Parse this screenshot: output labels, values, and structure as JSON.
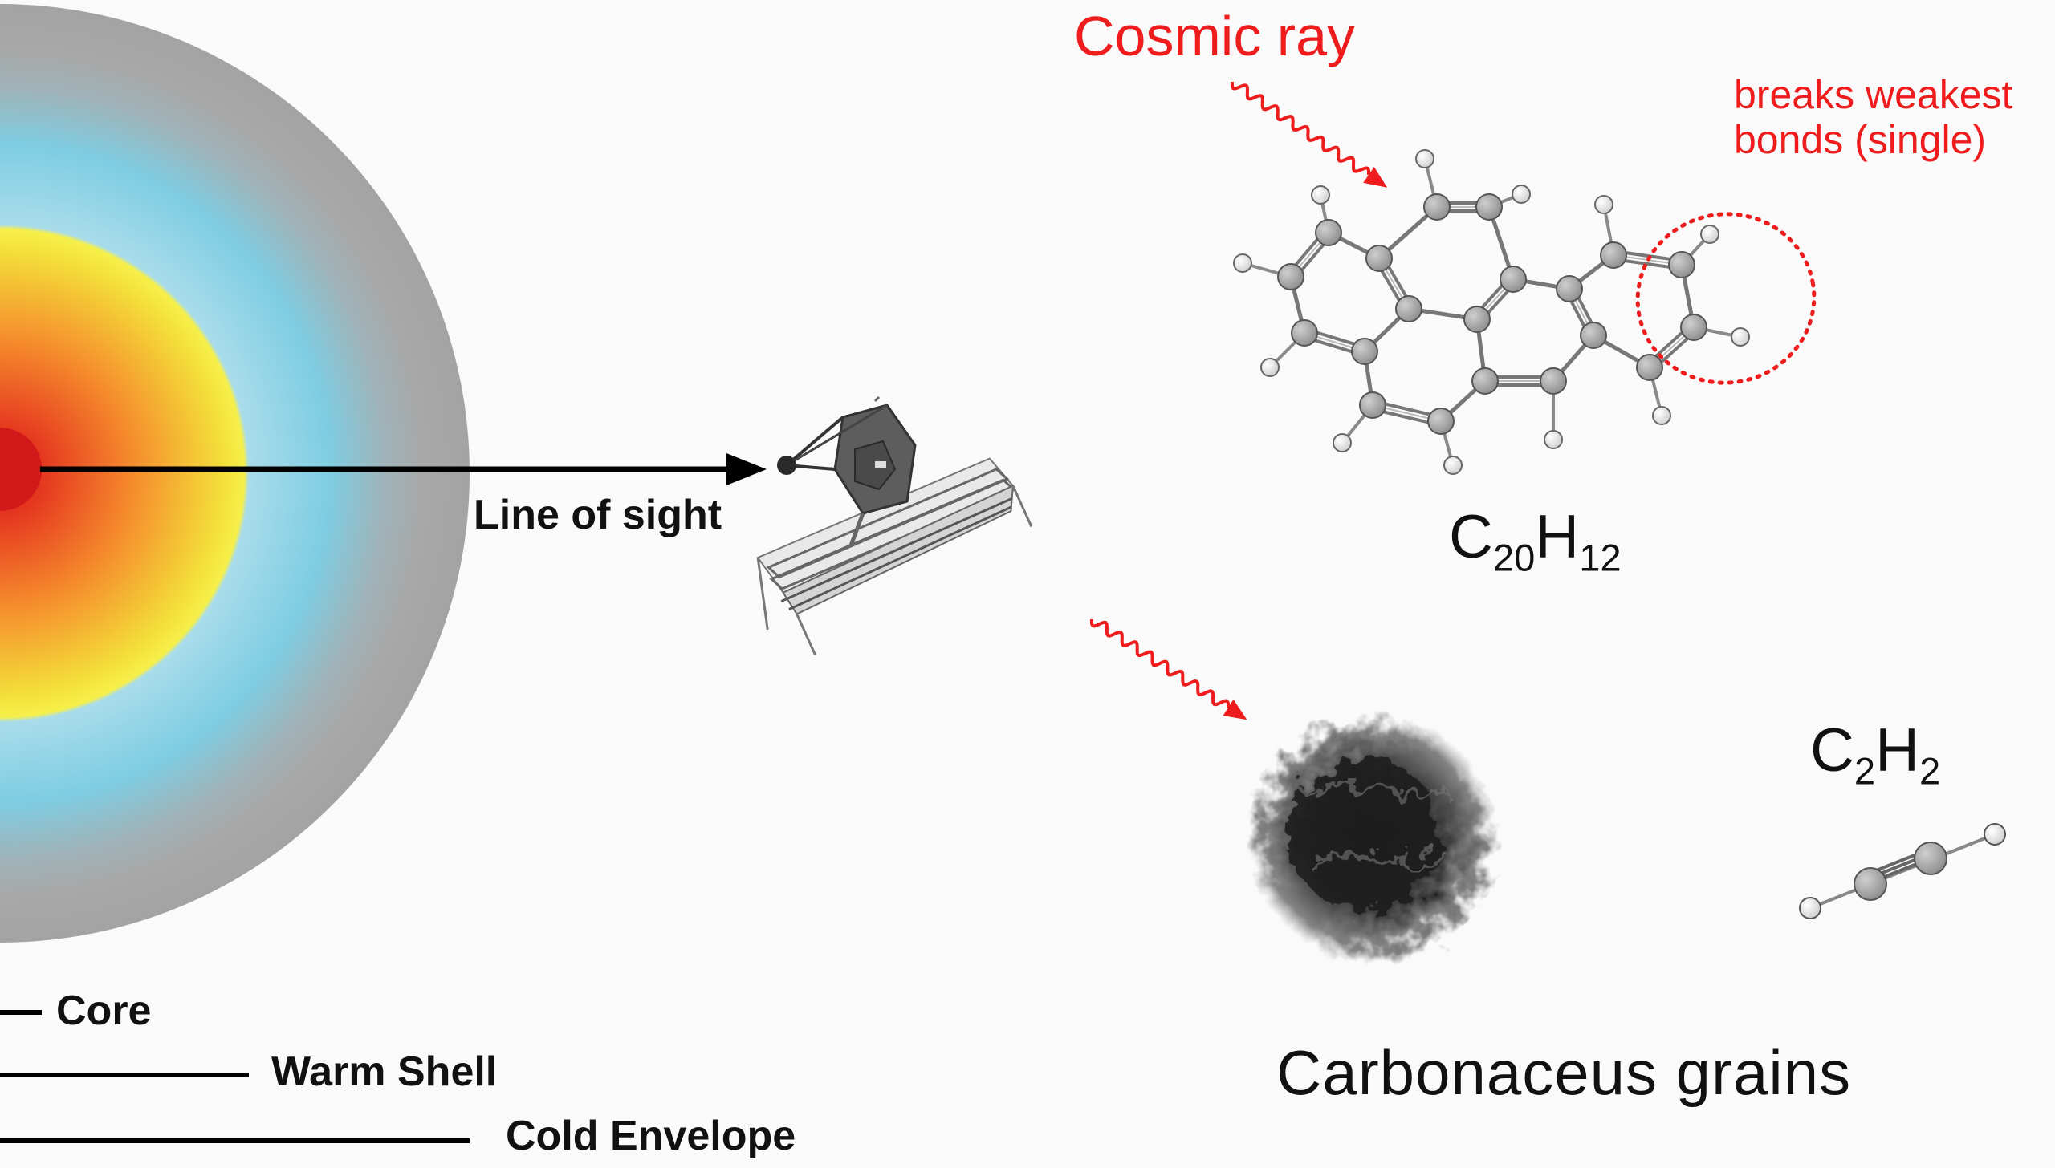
{
  "colors": {
    "core": "#d11919",
    "warm_shell": "#f6f04a",
    "middle_shell": "#7ecde2",
    "cold_envelope": "#a6a6a6",
    "cosmic_ray": "#ee1c1c",
    "atom_carbon": "#9a9a9a",
    "atom_hydrogen": "#f0f0f0"
  },
  "line_of_sight": {
    "label": "Line of sight"
  },
  "legend": {
    "core": "Core",
    "warm_shell": "Warm Shell",
    "cold_envelope": "Cold Envelope"
  },
  "cosmic_ray": {
    "label": "Cosmic ray"
  },
  "annotation": {
    "line1": "breaks weakest",
    "line2": "bonds (single)"
  },
  "molecules": {
    "large": {
      "c": "C",
      "c_sub": "20",
      "h": "H",
      "h_sub": "12"
    },
    "small": {
      "c": "C",
      "c_sub": "2",
      "h": "H",
      "h_sub": "2"
    }
  },
  "grains": {
    "label": "Carbonaceus grains"
  },
  "icons": [
    "telescope-icon",
    "dust-grain-icon",
    "wavy-arrow-icon"
  ]
}
